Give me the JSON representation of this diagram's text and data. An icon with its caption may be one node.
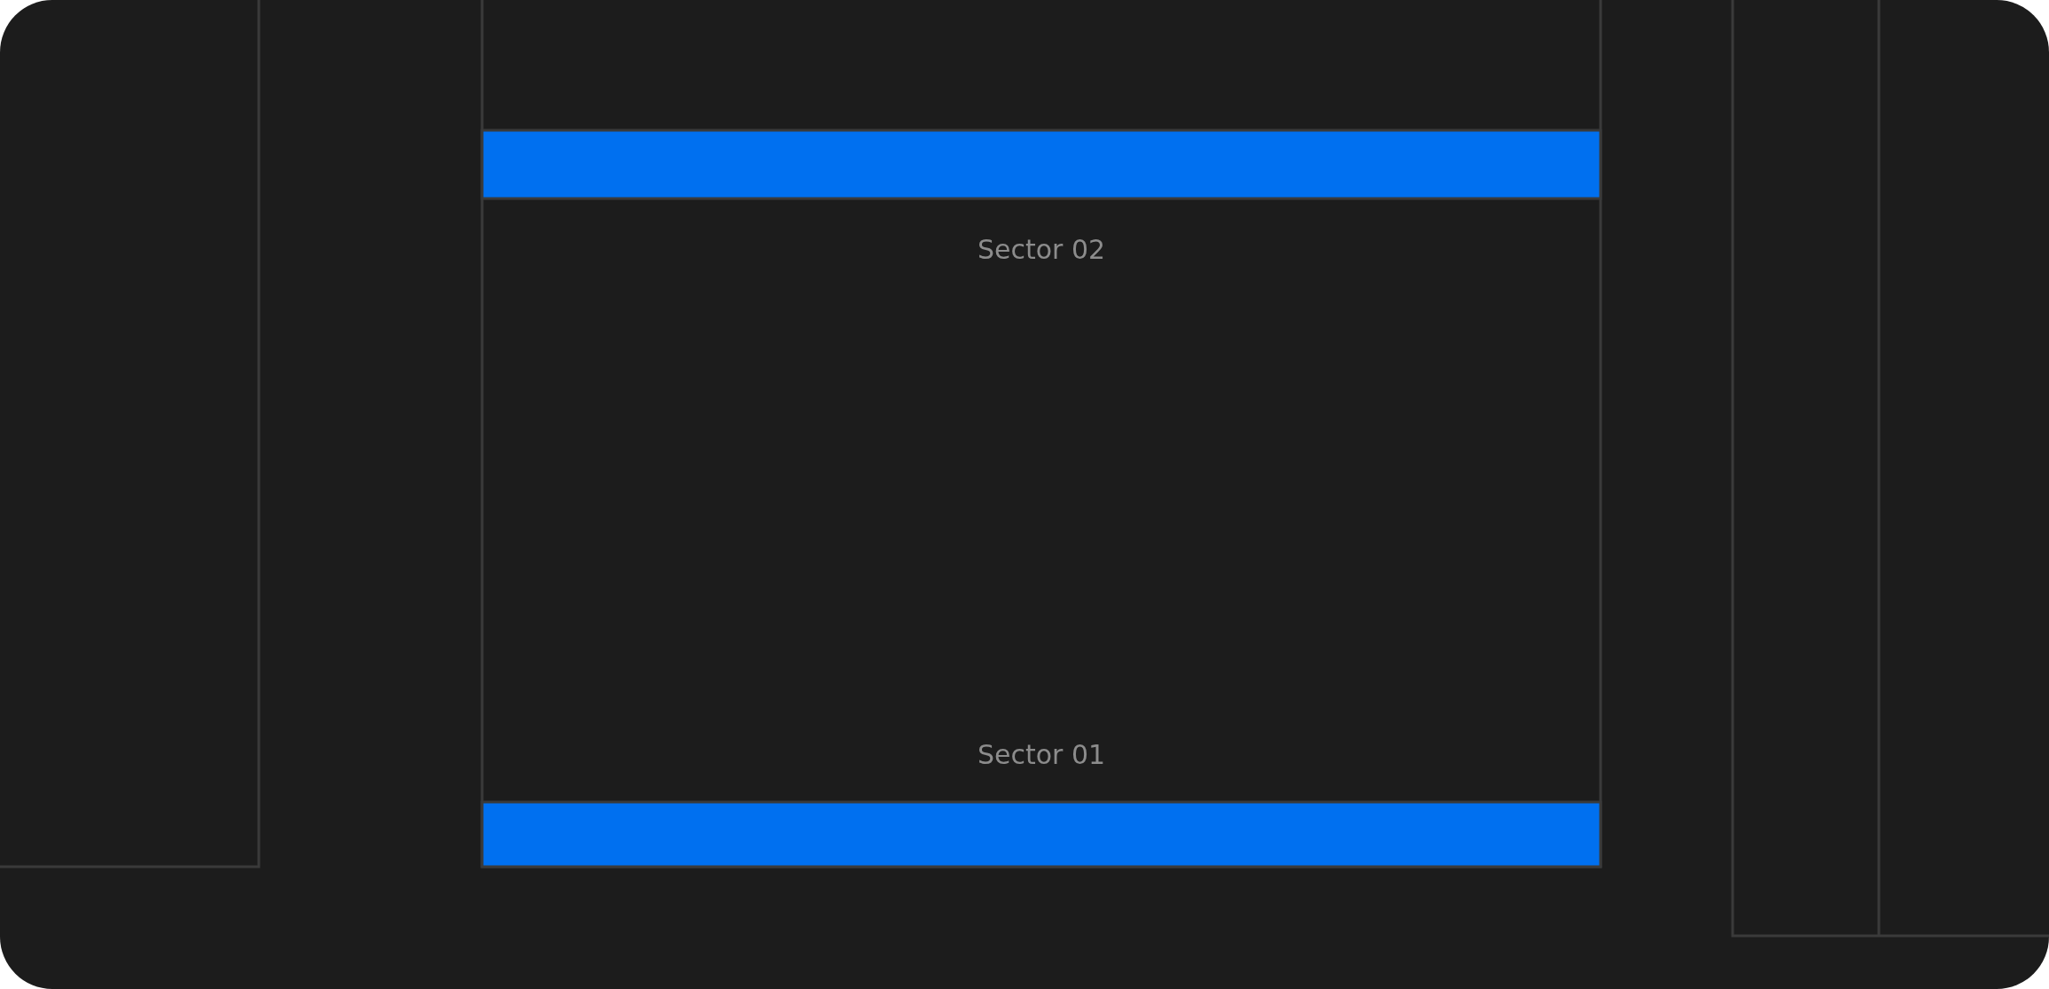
{
  "diagram": {
    "nodes": [
      {
        "text": [],
        "shape": "bar"
      },
      {
        "text": [],
        "shape": "bar"
      }
    ],
    "labels": [
      "Sector 02",
      "Sector 01"
    ]
  }
}
